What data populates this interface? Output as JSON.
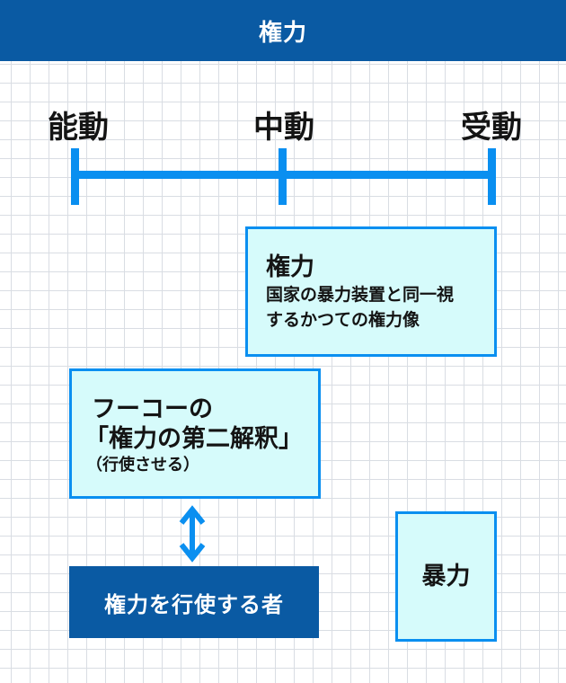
{
  "header": {
    "title": "権力"
  },
  "scale": {
    "labels": [
      "能動",
      "中動",
      "受動"
    ]
  },
  "boxes": {
    "power": {
      "title": "権力",
      "desc_line1": "国家の暴力装置と同一視",
      "desc_line2": "するかつての権力像"
    },
    "foucault": {
      "line1": "フーコーの",
      "line2": "「権力の第二解釈」",
      "note": "（行使させる）"
    },
    "violence": {
      "title": "暴力"
    }
  },
  "actor": {
    "label": "権力を行使する者"
  },
  "colors": {
    "header_bg": "#0a5aa3",
    "accent": "#0a8ff0",
    "box_fill": "#d6fbfb",
    "text": "#141414"
  },
  "icons": {
    "connector": "double-arrow-vertical-icon"
  }
}
